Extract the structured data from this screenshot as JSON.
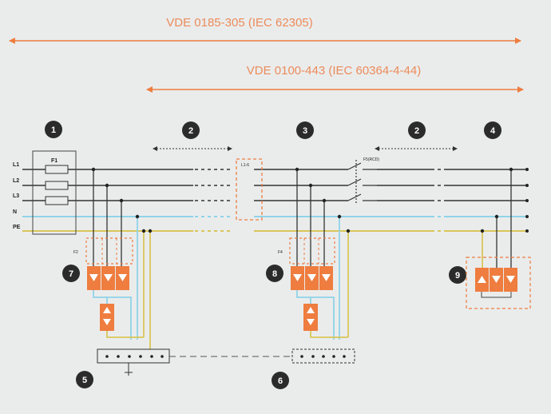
{
  "standards": {
    "top": "VDE 0185-305 (IEC 62305)",
    "second": "VDE 0100-443 (IEC 60364-4-44)"
  },
  "conductors": [
    "L1",
    "L2",
    "L3",
    "N",
    "PE"
  ],
  "labels": {
    "fuse": "F1",
    "spd_top_left": "F2",
    "spd_top_mid": "F4",
    "rcd": "F5(RCD)",
    "mid_box": "L1-6"
  },
  "markers": [
    "1",
    "2",
    "3",
    "2",
    "4",
    "5",
    "6",
    "7",
    "8",
    "9"
  ],
  "colors": {
    "accent": "#ee7d3f",
    "neutral_line": "#8fd3e8",
    "pe_line": "#d9c65a",
    "phase_line": "#333333",
    "marker_fill": "#2b2b2b"
  }
}
